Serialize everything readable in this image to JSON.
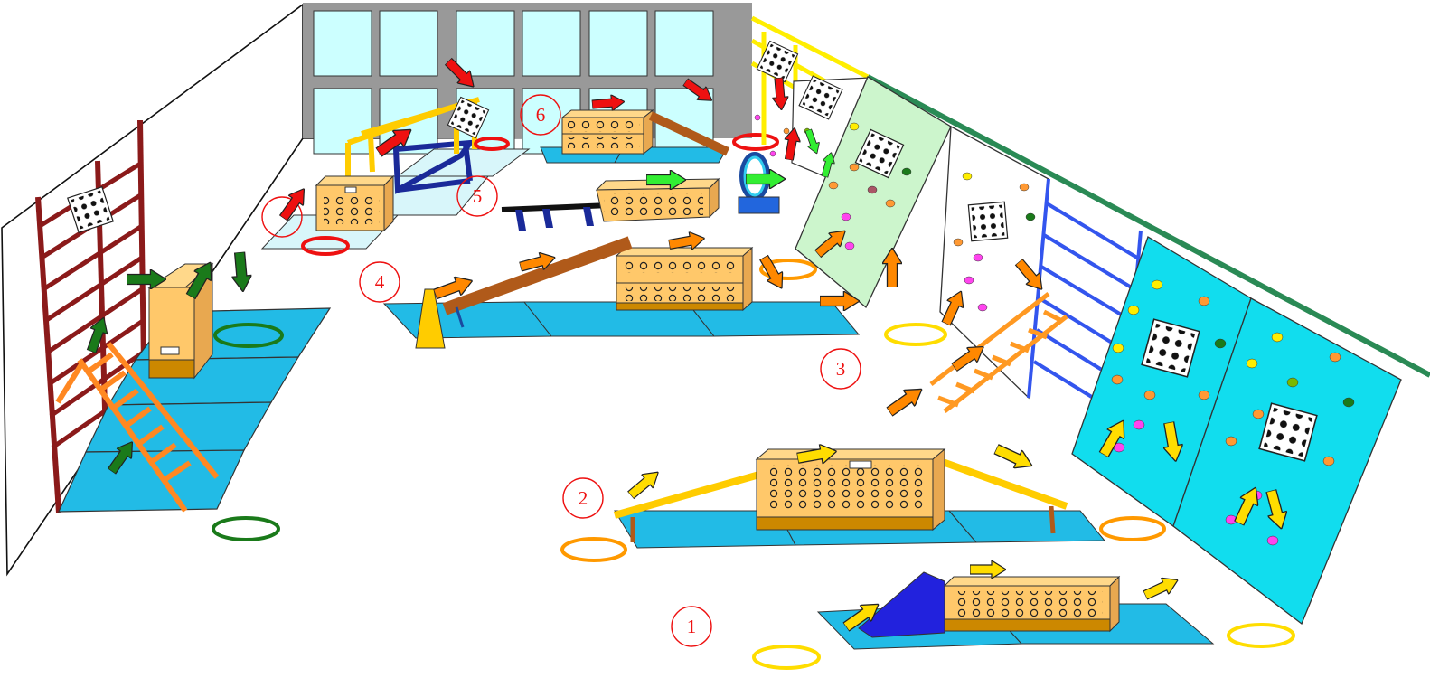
{
  "stations": [
    {
      "number": "1",
      "color": "#ffee00"
    },
    {
      "number": "2",
      "color": "#ff9900"
    },
    {
      "number": "3",
      "color": "#ffee00"
    },
    {
      "number": "4",
      "color": "#ff9900"
    },
    {
      "number": "5",
      "color": "#ee1111"
    },
    {
      "number": "6",
      "color": "#ee1111"
    }
  ],
  "colors": {
    "mat": "#22bbe6",
    "box_wood": "#ffc86a",
    "box_dark": "#cc8800",
    "wall_bars": "#8b1a1a",
    "window_frame": "#999999",
    "window_glass": "#ccffff",
    "climbing_wall_green": "#ccf5cc",
    "climbing_wall_cyan": "#11ddee",
    "ladder_orange": "#ff8822",
    "beam_yellow": "#ffcc00",
    "arrow_red": "#ee1111",
    "arrow_green": "#1a7a1a",
    "arrow_bright_green": "#33ee33",
    "arrow_orange": "#ff8800",
    "arrow_yellow": "#ffdd00",
    "roof_line": "#2a8a55"
  },
  "icons": [
    "grid-target-icon",
    "hoop-ring-icon",
    "direction-arrow-icon"
  ]
}
